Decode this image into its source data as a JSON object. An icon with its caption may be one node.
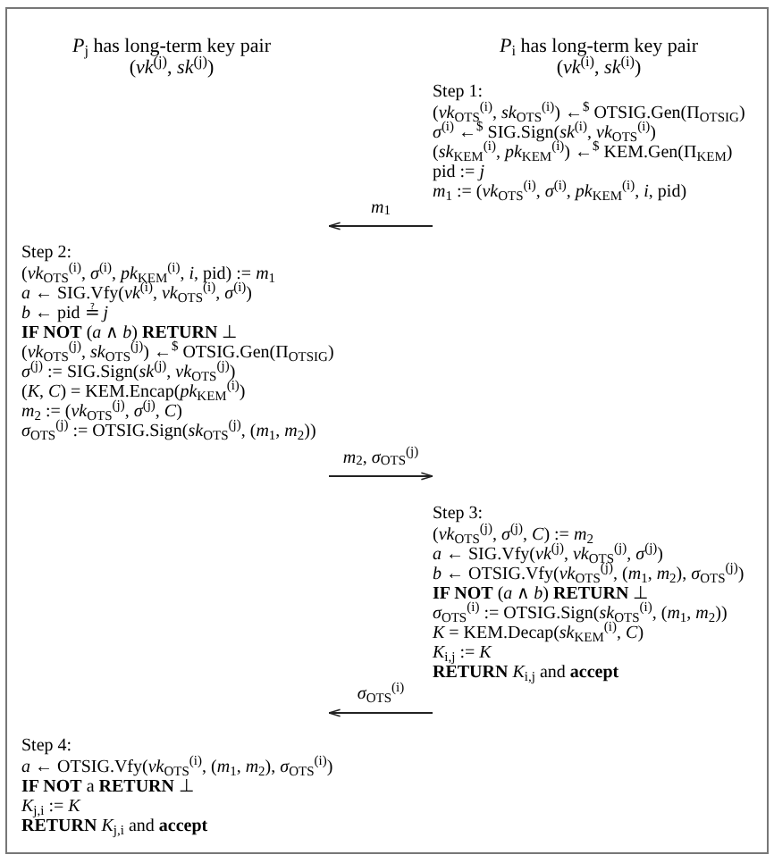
{
  "diagram": {
    "nodes": [
      {
        "text": [
          "*P*$_{j}$ has long-term key pair",
          "(*vk*$^{(j)}$, *sk*$^{(j)}$)"
        ]
      },
      {
        "text": [
          "*P*$_{i}$ has long-term key pair",
          "(*vk*$^{(i)}$, *sk*$^{(i)}$)"
        ]
      },
      {
        "text": [
          "Step 1:",
          "(*vk*$_{OTS}$$^{(i)}$, *sk*$_{OTS}$$^{(i)}$) ←$^{$}$ OTSIG.Gen(Π$_{OTSIG}$)",
          "*σ*$^{(i)}$ ←$^{$}$ SIG.Sign(*sk*$^{(i)}$, *vk*$_{OTS}$$^{(i)}$)",
          "(*sk*$_{KEM}$$^{(i)}$, *pk*$_{KEM}$$^{(i)}$) ←$^{$}$ KEM.Gen(Π$_{KEM}$)",
          "pid := *j*",
          "*m*$_{1}$ := (*vk*$_{OTS}$$^{(i)}$, *σ*$^{(i)}$, *pk*$_{KEM}$$^{(i)}$, *i*, pid)"
        ]
      },
      {
        "text": [
          "Step 2:",
          "(*vk*$_{OTS}$$^{(i)}$, *σ*$^{(i)}$, *pk*$_{KEM}$$^{(i)}$, *i*, pid) := *m*$_{1}$",
          "*a* ← SIG.Vfy(*vk*$^{(i)}$, *vk*$_{OTS}$$^{(i)}$, *σ*$^{(i)}$)",
          "*b* ← pid ≟ *j*",
          "**IF NOT** (*a* ∧ *b*) **RETURN** ⊥",
          "(*vk*$_{OTS}$$^{(j)}$, *sk*$_{OTS}$$^{(j)}$) ←$^{$}$ OTSIG.Gen(Π$_{OTSIG}$)",
          "*σ*$^{(j)}$ := SIG.Sign(*sk*$^{(j)}$, *vk*$_{OTS}$$^{(j)}$)",
          "(*K*, *C*) = KEM.Encap(*pk*$_{KEM}$$^{(i)}$)",
          "*m*$_{2}$ := (*vk*$_{OTS}$$^{(j)}$, *σ*$^{(j)}$, *C*)",
          "*σ*$_{OTS}$$^{(j)}$ := OTSIG.Sign(*sk*$_{OTS}$$^{(j)}$, (*m*$_{1}$, *m*$_{2}$))"
        ]
      },
      {
        "text": [
          "Step 3:",
          "(*vk*$_{OTS}$$^{(j)}$, *σ*$^{(j)}$, *C*) := *m*$_{2}$",
          "*a* ← SIG.Vfy(*vk*$^{(j)}$, *vk*$_{OTS}$$^{(j)}$, *σ*$^{(j)}$)",
          "*b* ← OTSIG.Vfy(*vk*$_{OTS}$$^{(j)}$, (*m*$_{1}$, *m*$_{2}$), *σ*$_{OTS}$$^{(j)}$)",
          "**IF NOT** (*a* ∧ *b*) **RETURN** ⊥",
          "*σ*$_{OTS}$$^{(i)}$ := OTSIG.Sign(*sk*$_{OTS}$$^{(i)}$, (*m*$_{1}$, *m*$_{2}$))",
          "*K* = KEM.Decap(*sk*$_{KEM}$$^{(i)}$, *C*)",
          "*K*$_{i,j}$ := *K*",
          "**RETURN** *K*$_{i,j}$ and **accept**"
        ]
      },
      {
        "text": [
          "Step 4:",
          "*a* ← OTSIG.Vfy(*vk*$_{OTS}$$^{(i)}$, (*m*$_{1}$, *m*$_{2}$), *σ*$_{OTS}$$^{(i)}$)",
          "**IF NOT** a **RETURN** ⊥",
          "*K*$_{j,i}$ := *K*",
          "**RETURN** *K*$_{j,i}$ and **accept**"
        ]
      }
    ],
    "edges": [
      {
        "from": 2,
        "to": 3,
        "arrow": "to",
        "label": "*m*$_{1}$"
      },
      {
        "from": 3,
        "to": 4,
        "arrow": "to",
        "label": "*m*$_{2}$, *σ*$_{OTS}$$^{(j)}$"
      },
      {
        "from": 4,
        "to": 5,
        "arrow": "to",
        "label": "*σ*$_{OTS}$$^{(i)}$"
      }
    ]
  }
}
